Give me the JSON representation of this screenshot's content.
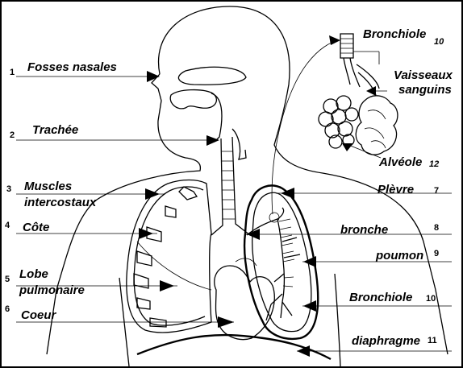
{
  "labels": {
    "fosses_nasales": "Fosses nasales",
    "trachee": "Trachée",
    "muscles_line1": "Muscles",
    "muscles_line2": "intercostaux",
    "cote": "Côte",
    "lobe_line1": "Lobe",
    "lobe_line2": "pulmonaire",
    "coeur": "Coeur",
    "bronchiole_top": "Bronchiole",
    "vaisseaux_line1": "Vaisseaux",
    "vaisseaux_line2": "sanguins",
    "alveole": "Alvéole",
    "plevre": "Plèvre",
    "bronche": "bronche",
    "poumon": "poumon",
    "bronchiole_bottom": "Bronchiole",
    "diaphragme": "diaphragme"
  },
  "numbers": {
    "n1": "1",
    "n2": "2",
    "n3": "3",
    "n4": "4",
    "n5": "5",
    "n6": "6",
    "n7": "7",
    "n8": "8",
    "n9": "9",
    "n10_top": "10",
    "n10_bottom": "10",
    "n11": "11",
    "n12": "12"
  }
}
